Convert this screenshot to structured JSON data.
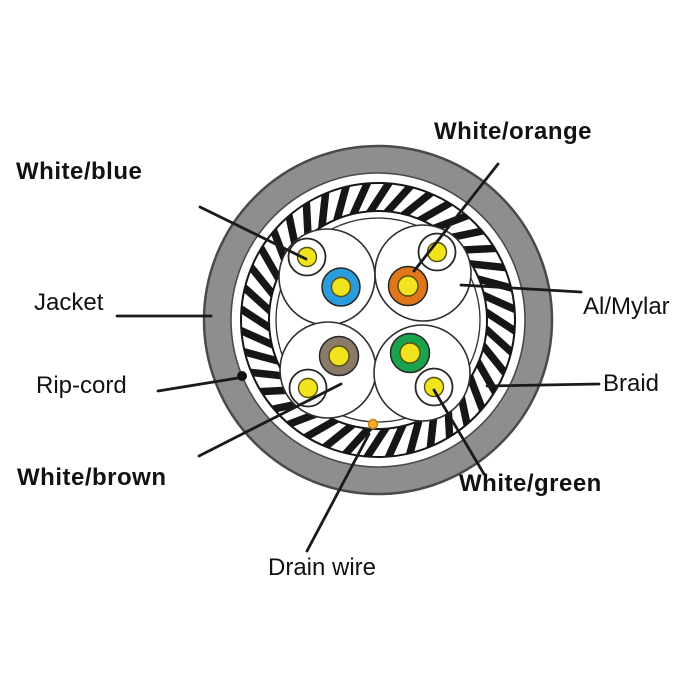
{
  "diagram": {
    "type": "shielded-twisted-pair-cable-cross-section",
    "labels": {
      "white_blue": "White/blue",
      "white_orange": "White/orange",
      "jacket": "Jacket",
      "rip_cord": "Rip-cord",
      "white_brown": "White/brown",
      "drain_wire": "Drain wire",
      "white_green": "White/green",
      "braid": "Braid",
      "al_mylar": "Al/Mylar"
    },
    "wire_pairs": [
      {
        "pair": "blue",
        "wires": [
          "white",
          "blue"
        ]
      },
      {
        "pair": "orange",
        "wires": [
          "white",
          "orange"
        ]
      },
      {
        "pair": "brown",
        "wires": [
          "brown",
          "white"
        ]
      },
      {
        "pair": "green",
        "wires": [
          "green",
          "white"
        ]
      }
    ],
    "colors": {
      "background": "#ffffff",
      "jacket_gray": "#8e8e8e",
      "ring_outline": "#4a4a4a",
      "braid_black": "#161616",
      "foil_outline": "#333333",
      "pair_circle_outline": "#2e2e2e",
      "wire_outline": "#262626",
      "insulation_white": "#ffffff",
      "core_yellow": "#f2e31f",
      "core_outline": "#55500f",
      "blue": "#2a9cdb",
      "orange": "#e0771d",
      "brown": "#8a7b69",
      "green": "#1ba24d",
      "drain_fill": "#f2b22b",
      "drain_outline": "#cc7e12",
      "rip_cord_dot": "#111111",
      "pointer_line": "#1a1a1a",
      "label_text": "#121212"
    }
  }
}
